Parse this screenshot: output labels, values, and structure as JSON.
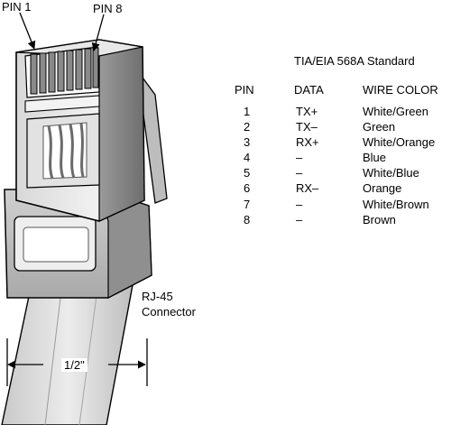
{
  "labels": {
    "pin1": "PIN 1",
    "pin8": "PIN 8",
    "standard_title": "TIA/EIA 568A Standard",
    "connector_line1": "RJ-45",
    "connector_line2": "Connector",
    "dimension": "1/2\""
  },
  "table": {
    "headers": {
      "pin": "PIN",
      "data": "DATA",
      "wire": "WIRE COLOR"
    },
    "rows": [
      {
        "pin": "1",
        "data": "TX+",
        "wire": "White/Green"
      },
      {
        "pin": "2",
        "data": "TX–",
        "wire": "Green"
      },
      {
        "pin": "3",
        "data": "RX+",
        "wire": "White/Orange"
      },
      {
        "pin": "4",
        "data": "–",
        "wire": "Blue"
      },
      {
        "pin": "5",
        "data": "–",
        "wire": "White/Blue"
      },
      {
        "pin": "6",
        "data": "RX–",
        "wire": "Orange"
      },
      {
        "pin": "7",
        "data": "–",
        "wire": "White/Brown"
      },
      {
        "pin": "8",
        "data": "–",
        "wire": "Brown"
      }
    ]
  }
}
